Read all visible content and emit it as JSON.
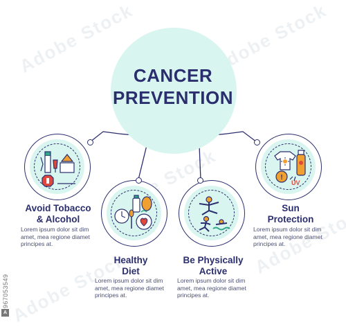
{
  "title_lines": [
    "CANCER",
    "PREVENTION"
  ],
  "steps": [
    {
      "title": "Avoid Tobacco & Alcohol",
      "text": "Lorem ipsum dolor sit dim amet, mea regione diamet principes at.",
      "icon": "tobacco-alcohol-icon"
    },
    {
      "title": "Healthy Diet",
      "text": "Lorem ipsum dolor sit dim amet, mea regione diamet principes at.",
      "icon": "healthy-diet-icon"
    },
    {
      "title": "Be Physically Active",
      "text": "Lorem ipsum dolor sit dim amet, mea regione diamet principes at.",
      "icon": "physical-activity-icon"
    },
    {
      "title": "Sun Protection",
      "text": "Lorem ipsum dolor sit dim amet, mea regione diamet principes at.",
      "icon": "sun-protection-icon"
    }
  ],
  "step_title_lines": [
    [
      "Avoid Tobacco",
      "& Alcohol"
    ],
    [
      "Healthy",
      "Diet"
    ],
    [
      "Be Physically",
      "Active"
    ],
    [
      "Sun",
      "Protection"
    ]
  ],
  "step_text_lines": [
    "Lorem ipsum dolor sit dim",
    "amet, mea regione diamet",
    "principes at."
  ],
  "stock_id": "967053549",
  "watermark": "Adobe Stock",
  "colors": {
    "navy": "#2b2e6e",
    "mint": "#d9f5ef",
    "orange": "#f0a030",
    "red": "#e0483d",
    "green": "#2fa58a"
  }
}
